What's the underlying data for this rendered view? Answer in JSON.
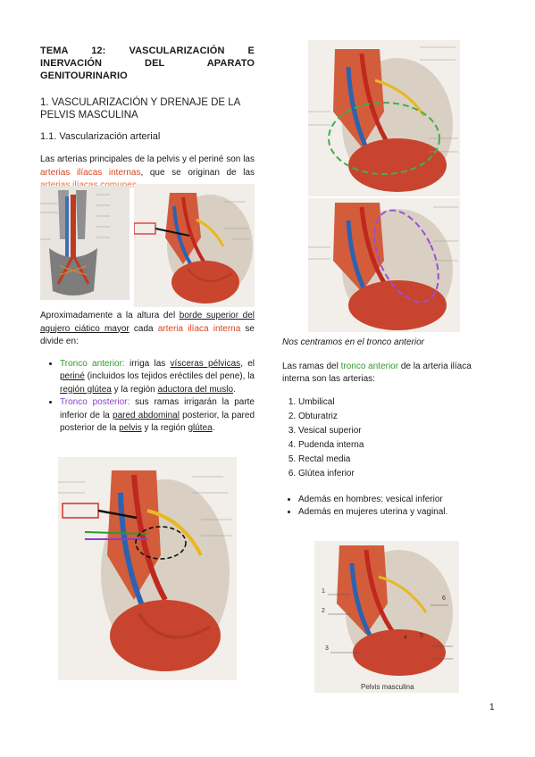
{
  "title": "TEMA 12: VASCULARIZACIÓN E INERVACIÓN DEL APARATO GENITOURINARIO",
  "section1": "1. VASCULARIZACIÓN Y DRENAJE DE LA PELVIS MASCULINA",
  "section11": "1.1. Vascularización arterial",
  "intro": {
    "part1": "Las arterias principales de la pelvis y el periné son las ",
    "red1": "arterias ilíacas internas",
    "part2": ", que se originan de las ",
    "red2": "arterias ilíacas comunes",
    "part3": "."
  },
  "aprox": {
    "part1": "Aproximadamente a la altura del ",
    "u1": "borde superior del agujero ciático mayor",
    "part2": " cada ",
    "red": "arteria ilíaca interna",
    "part3": " se divide en:"
  },
  "bullets": {
    "anterior": {
      "label": "Tronco anterior:",
      "t1": " irriga las ",
      "u1": "vísceras pélvicas",
      "t2": ", el ",
      "u2": "periné",
      "t3": " (incluidos los tejidos eréctiles del pene), la ",
      "u3": "región glútea",
      "t4": " y la región ",
      "u4": "aductora del muslo",
      "t5": "."
    },
    "posterior": {
      "label": "Tronco posterior:",
      "t1": " sus ramas irrigarán la parte inferior de la ",
      "u1": "pared abdominal",
      "t2": " posterior, la pared posterior de la ",
      "u2": "pelvis",
      "t3": " y la región ",
      "u3": "glútea",
      "t4": "."
    }
  },
  "right": {
    "italic": "Nos centramos en el tronco anterior",
    "ramas": {
      "part1": "Las ramas del ",
      "green": "tronco anterior",
      "part2": " de la arteria ilíaca interna son las arterias:"
    },
    "list": [
      "Umbilical",
      "Obturatriz",
      "Vesical superior",
      "Pudenda interna",
      "Rectal media",
      "Glútea inferior"
    ],
    "extra": [
      "Además en hombres: vesical inferior",
      "Además en mujeres uterina y vaginal."
    ],
    "caption": "Pelvis masculina",
    "fig_numbers": [
      "1",
      "2",
      "3",
      "4",
      "5",
      "6"
    ]
  },
  "page_number": "1",
  "colors": {
    "red": "#d9451f",
    "orange": "#e8703a",
    "green": "#2d9b2d",
    "purple": "#8b3fcf"
  }
}
